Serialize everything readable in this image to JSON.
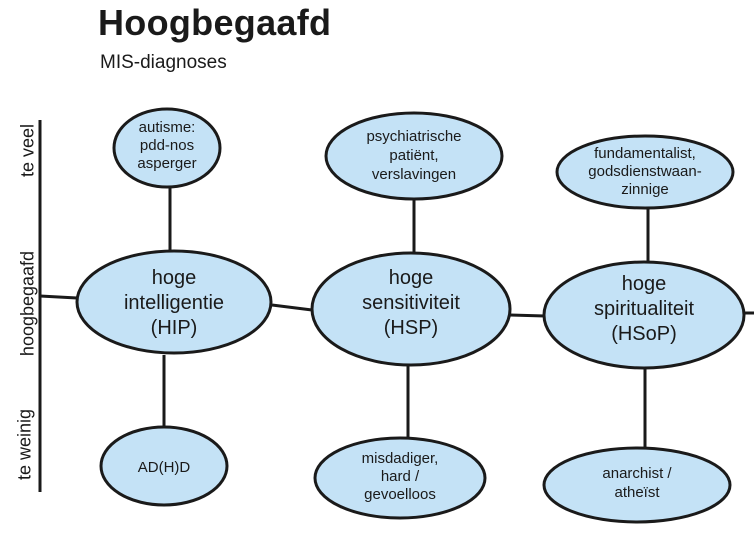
{
  "header": {
    "title": "Hoogbegaafd",
    "subtitle": "MIS-diagnoses"
  },
  "axis": {
    "top_label": "te veel",
    "middle_label": "hoogbegaafd",
    "bottom_label": "te weinig"
  },
  "colors": {
    "node_fill": "#c4e2f6",
    "stroke": "#1a1a1a"
  },
  "columns": [
    {
      "top": [
        "autisme:",
        "pdd-nos",
        "asperger"
      ],
      "center": [
        "hoge",
        "intelligentie",
        "(HIP)"
      ],
      "bottom": [
        "AD(H)D"
      ]
    },
    {
      "top": [
        "psychiatrische",
        "patiënt,",
        "verslavingen"
      ],
      "center": [
        "hoge",
        "sensitiviteit",
        "(HSP)"
      ],
      "bottom": [
        "misdadiger,",
        "hard /",
        "gevoelloos"
      ]
    },
    {
      "top": [
        "fundamentalist,",
        "godsdienstwaan-",
        "zinnige"
      ],
      "center": [
        "hoge",
        "spiritualiteit",
        "(HSoP)"
      ],
      "bottom": [
        "anarchist /",
        "atheïst"
      ]
    }
  ]
}
